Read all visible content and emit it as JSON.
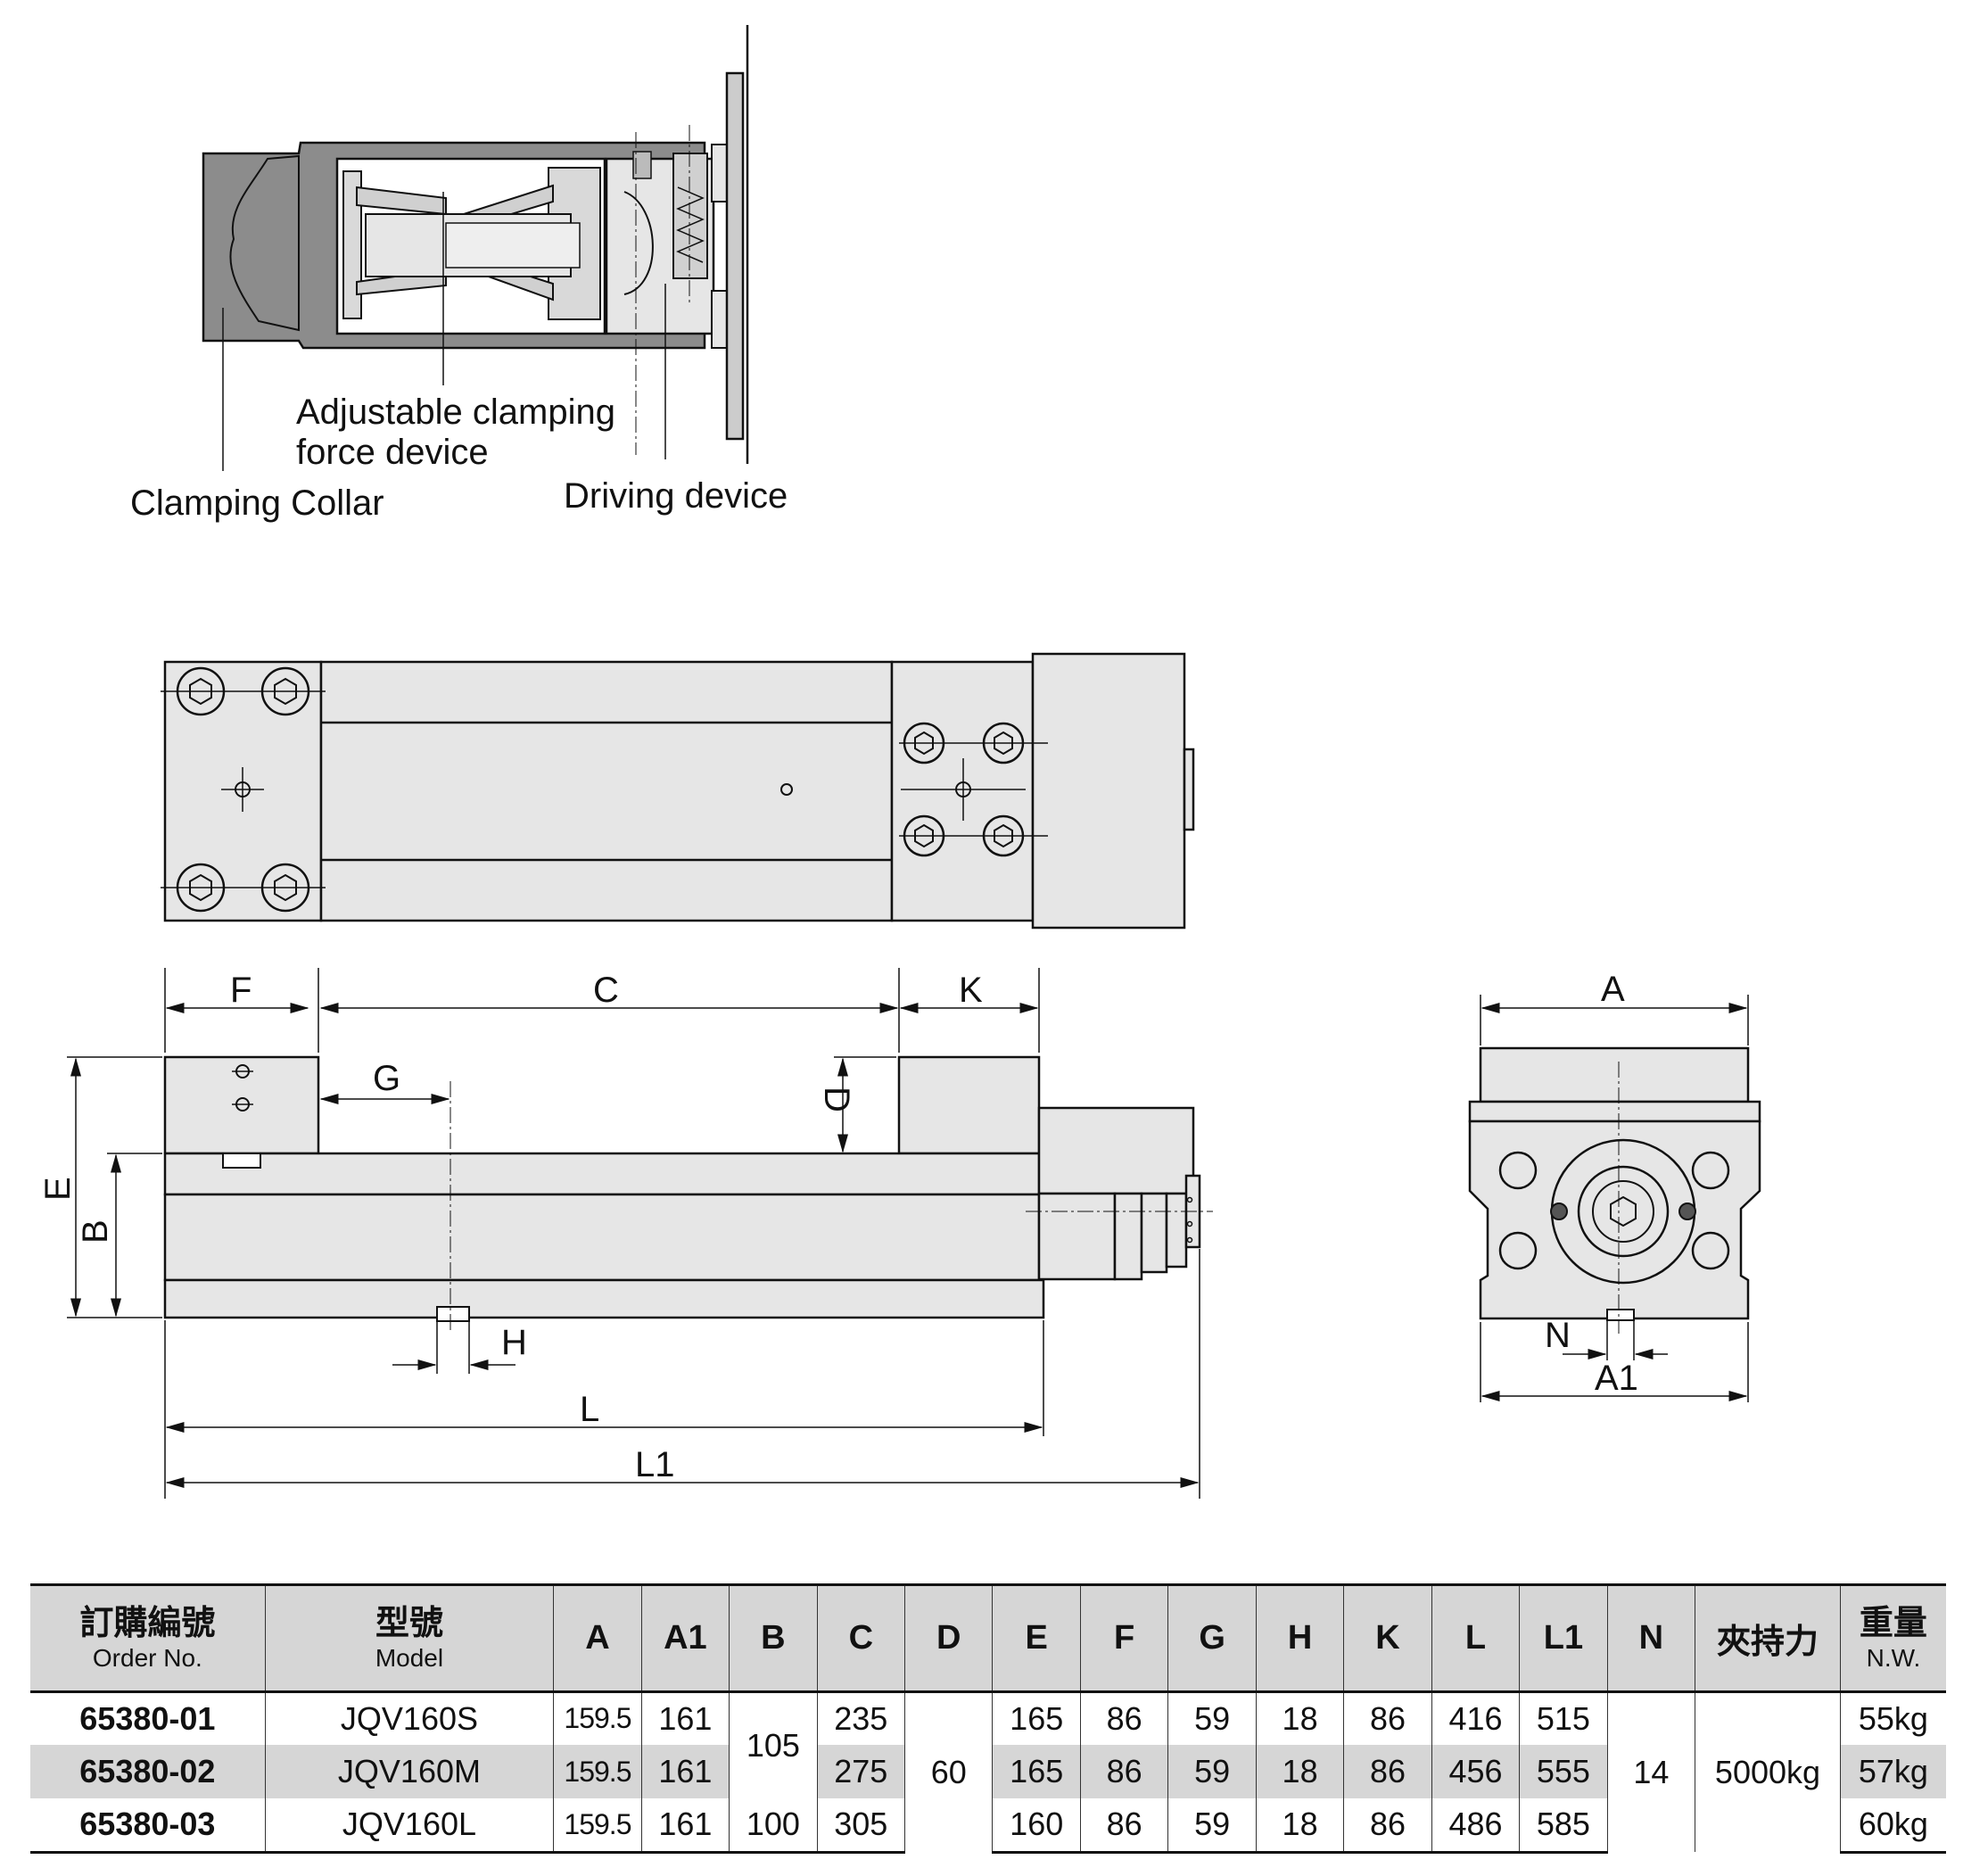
{
  "cross_section": {
    "labels": {
      "adjustable_line1": "Adjustable clamping",
      "adjustable_line2": "force device",
      "clamping_collar": "Clamping Collar",
      "driving_device": "Driving device"
    }
  },
  "dimensions": {
    "F": "F",
    "C": "C",
    "K": "K",
    "G": "G",
    "D": "D",
    "E": "E",
    "B": "B",
    "H": "H",
    "L": "L",
    "L1": "L1",
    "A": "A",
    "A1": "A1",
    "N": "N"
  },
  "table": {
    "headers": {
      "order_cn": "訂購編號",
      "order_en": "Order No.",
      "model_cn": "型號",
      "model_en": "Model",
      "A": "A",
      "A1": "A1",
      "B": "B",
      "C": "C",
      "D": "D",
      "E": "E",
      "F": "F",
      "G": "G",
      "H": "H",
      "K": "K",
      "L": "L",
      "L1": "L1",
      "N": "N",
      "force_cn": "夾持力",
      "weight_cn": "重量",
      "weight_en": "N.W."
    },
    "rows": [
      {
        "order": "65380-01",
        "model": "JQV160S",
        "A": "159.5",
        "A1": "161",
        "C": "235",
        "E": "165",
        "F": "86",
        "G": "59",
        "H": "18",
        "K": "86",
        "L": "416",
        "L1": "515",
        "weight": "55kg"
      },
      {
        "order": "65380-02",
        "model": "JQV160M",
        "A": "159.5",
        "A1": "161",
        "C": "275",
        "E": "165",
        "F": "86",
        "G": "59",
        "H": "18",
        "K": "86",
        "L": "456",
        "L1": "555",
        "weight": "57kg"
      },
      {
        "order": "65380-03",
        "model": "JQV160L",
        "A": "159.5",
        "A1": "161",
        "B": "100",
        "C": "305",
        "E": "160",
        "F": "86",
        "G": "59",
        "H": "18",
        "K": "86",
        "L": "486",
        "L1": "585",
        "weight": "60kg"
      }
    ],
    "merged": {
      "B_rows12": "105",
      "D_all": "60",
      "N_all": "14",
      "force_all": "5000kg"
    }
  }
}
